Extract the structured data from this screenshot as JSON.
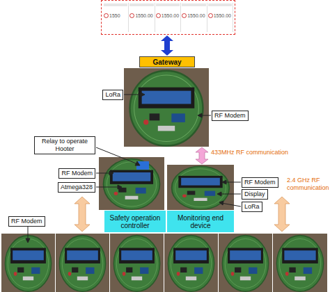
{
  "diagram": {
    "nodes": [
      {
        "text": [
          "1550",
          "1550.00",
          "1550.00",
          "1550.00",
          "1550.00"
        ]
      },
      {
        "text": [
          "Gateway"
        ]
      },
      {
        "text": [
          "LoRa"
        ]
      },
      {
        "text": [
          "RF Modem"
        ]
      },
      {
        "text": [
          "Relay to operate Hooter"
        ]
      },
      {
        "text": [
          "RF Modem"
        ]
      },
      {
        "text": [
          "Atmega328"
        ]
      },
      {
        "text": [
          "RF Modem"
        ]
      },
      {
        "text": [
          "Display"
        ]
      },
      {
        "text": [
          "LoRa"
        ]
      },
      {
        "text": [
          "Safety operation controller"
        ]
      },
      {
        "text": [
          "Monitoring end device"
        ]
      },
      {
        "text": [
          "RF Modem"
        ]
      }
    ],
    "edges": [
      {
        "from": 0,
        "to": 1,
        "arrow": "both"
      }
    ],
    "labels": [
      "433MHz RF communication",
      "2.4 GHz RF communication"
    ]
  }
}
